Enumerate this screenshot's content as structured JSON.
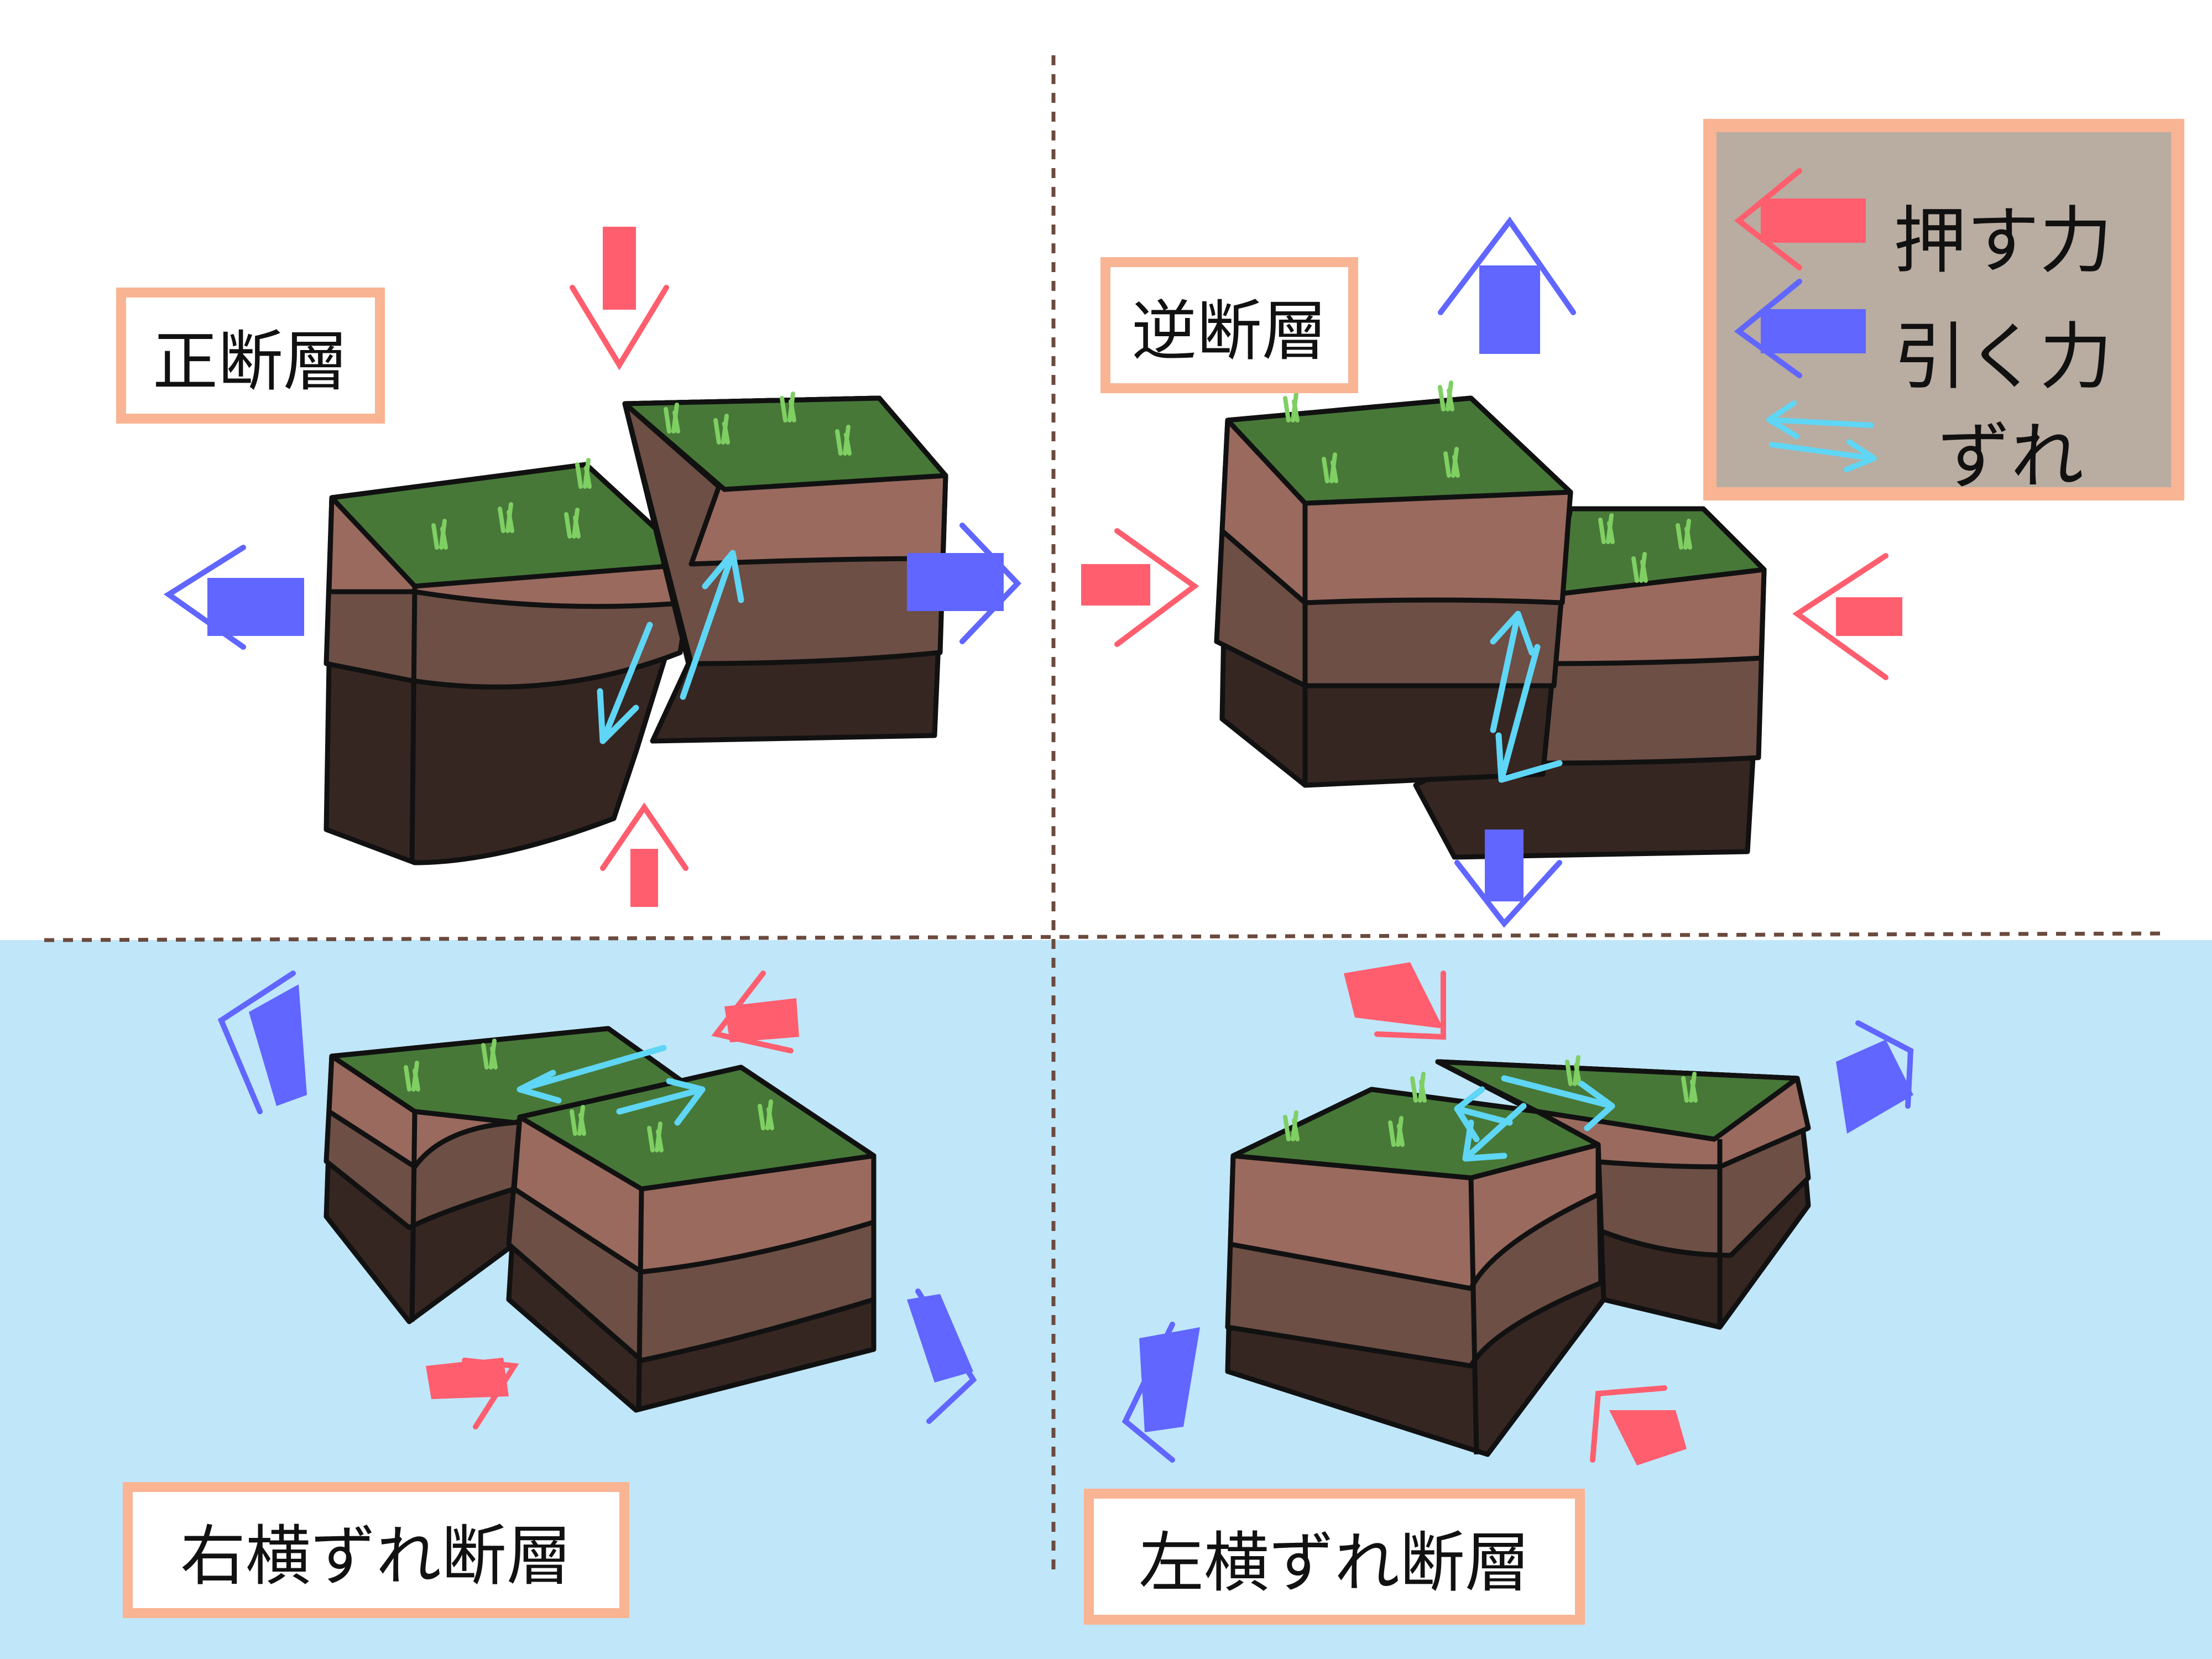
{
  "labels": {
    "normal_fault": "正断層",
    "reverse_fault": "逆断層",
    "right_lateral_fault": "右横ずれ断層",
    "left_lateral_fault": "左横ずれ断層"
  },
  "legend": {
    "push_force": "押す力",
    "pull_force": "引く力",
    "slip": "ずれ"
  },
  "colors": {
    "push_arrow": "#ff5e6e",
    "pull_arrow": "#6066ff",
    "slip_arrow": "#5fd6f5",
    "grass": "#477838",
    "grass_blade": "#7fcf63",
    "soil_top": "#9a6a5f",
    "soil_middle": "#6d4f45",
    "soil_bottom": "#362622",
    "bottom_panel_bg": "#c0e6fa",
    "label_border": "#f9b493",
    "legend_bg": "#b9aca1",
    "divider": "#6b4a3e"
  },
  "icons": [
    "push-arrow-icon",
    "pull-arrow-icon",
    "slip-arrow-icon"
  ]
}
